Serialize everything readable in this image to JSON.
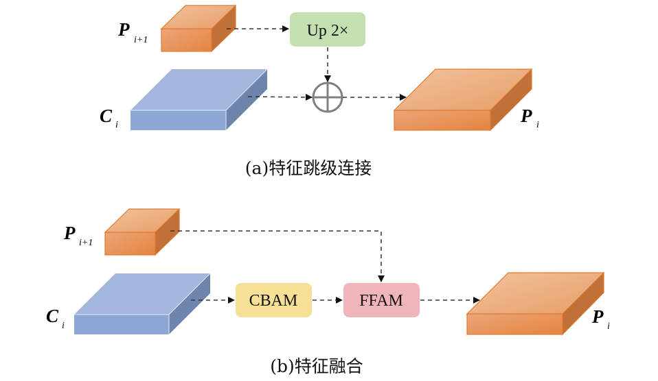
{
  "colors": {
    "orange_front": "#e88f50",
    "orange_top": "#eeb28a",
    "orange_side": "#c07038",
    "orange_stroke": "#e07a30",
    "blue_front": "#8da7d4",
    "blue_top": "#a3b5dd",
    "blue_side": "#6f84ad",
    "blue_edge": "#e6ecf7",
    "up_box": "#c4dfb1",
    "cbam_box": "#f5e095",
    "ffam_box": "#f0b5bb",
    "plus_circle": "#808080",
    "arrow": "#333333"
  },
  "panel_a": {
    "label_p_next": {
      "main": "P",
      "sub": "i+1"
    },
    "label_c": {
      "main": "C",
      "sub": "i"
    },
    "label_p_out": {
      "main": "P",
      "sub": "i"
    },
    "upsample_box": "Up 2×",
    "add_op": "⊕",
    "caption": "(a)特征跳级连接"
  },
  "panel_b": {
    "label_p_next": {
      "main": "P",
      "sub": "i+1"
    },
    "label_c": {
      "main": "C",
      "sub": "i"
    },
    "label_p_out": {
      "main": "P",
      "sub": "i"
    },
    "cbam_box": "CBAM",
    "ffam_box": "FFAM",
    "caption": "(b)特征融合"
  }
}
